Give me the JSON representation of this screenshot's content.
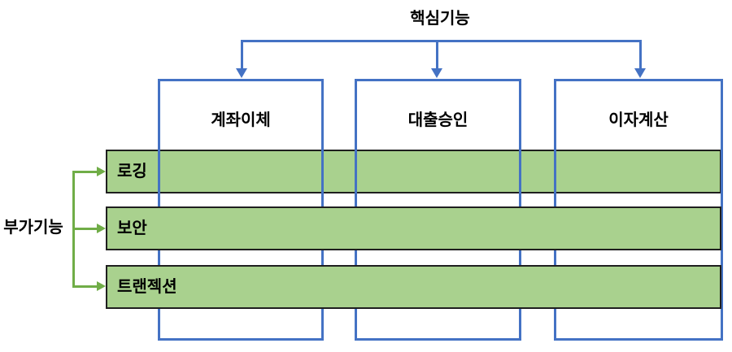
{
  "title": "핵심기능",
  "side_label": "부가기능",
  "core_boxes": [
    "계좌이체",
    "대출승인",
    "이자계산"
  ],
  "aspect_bars": [
    "로깅",
    "보안",
    "트랜젝션"
  ],
  "colors": {
    "core_blue": "#4472C4",
    "aspect_green": "#70AD47",
    "bar_fill": "#A9D18E",
    "bar_border": "#1F1F1F",
    "text": "#000000",
    "background": "#FFFFFF"
  }
}
